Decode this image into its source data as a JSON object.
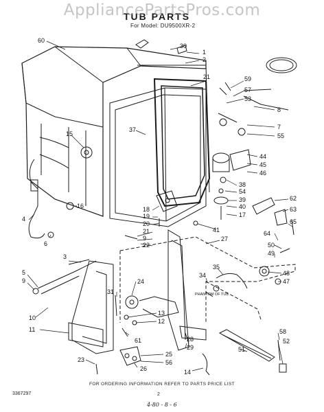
{
  "watermark": "AppliancePartsPros.com",
  "title": "TUB PARTS",
  "model_line": "For Model: DU9500XR-2",
  "phantom_label": "PHANTOM OF TUB",
  "footer_note": "FOR ORDERING INFORMATION REFER TO PARTS PRICE LIST",
  "doc_number": "3367297",
  "page_number": "2",
  "signature": "4-80 - 8 - 6",
  "callouts": [
    {
      "text": "60"
    },
    {
      "text": "30"
    },
    {
      "text": "1"
    },
    {
      "text": "2"
    },
    {
      "text": "21"
    },
    {
      "text": "59"
    },
    {
      "text": "57"
    },
    {
      "text": "53"
    },
    {
      "text": "8"
    },
    {
      "text": "7"
    },
    {
      "text": "55"
    },
    {
      "text": "15"
    },
    {
      "text": "37"
    },
    {
      "text": "44"
    },
    {
      "text": "45"
    },
    {
      "text": "46"
    },
    {
      "text": "38"
    },
    {
      "text": "54"
    },
    {
      "text": "39"
    },
    {
      "text": "40"
    },
    {
      "text": "17"
    },
    {
      "text": "62"
    },
    {
      "text": "63"
    },
    {
      "text": "65"
    },
    {
      "text": "16"
    },
    {
      "text": "4"
    },
    {
      "text": "6"
    },
    {
      "text": "18"
    },
    {
      "text": "19"
    },
    {
      "text": "20"
    },
    {
      "text": "21"
    },
    {
      "text": "9"
    },
    {
      "text": "22"
    },
    {
      "text": "41"
    },
    {
      "text": "27"
    },
    {
      "text": "64"
    },
    {
      "text": "50"
    },
    {
      "text": "49"
    },
    {
      "text": "3"
    },
    {
      "text": "5"
    },
    {
      "text": "9"
    },
    {
      "text": "35"
    },
    {
      "text": "34"
    },
    {
      "text": "48"
    },
    {
      "text": "47"
    },
    {
      "text": "24"
    },
    {
      "text": "31"
    },
    {
      "text": "10"
    },
    {
      "text": "11"
    },
    {
      "text": "13"
    },
    {
      "text": "12"
    },
    {
      "text": "61"
    },
    {
      "text": "28"
    },
    {
      "text": "29"
    },
    {
      "text": "25"
    },
    {
      "text": "56"
    },
    {
      "text": "26"
    },
    {
      "text": "23"
    },
    {
      "text": "58"
    },
    {
      "text": "52"
    },
    {
      "text": "51"
    },
    {
      "text": "14"
    }
  ]
}
